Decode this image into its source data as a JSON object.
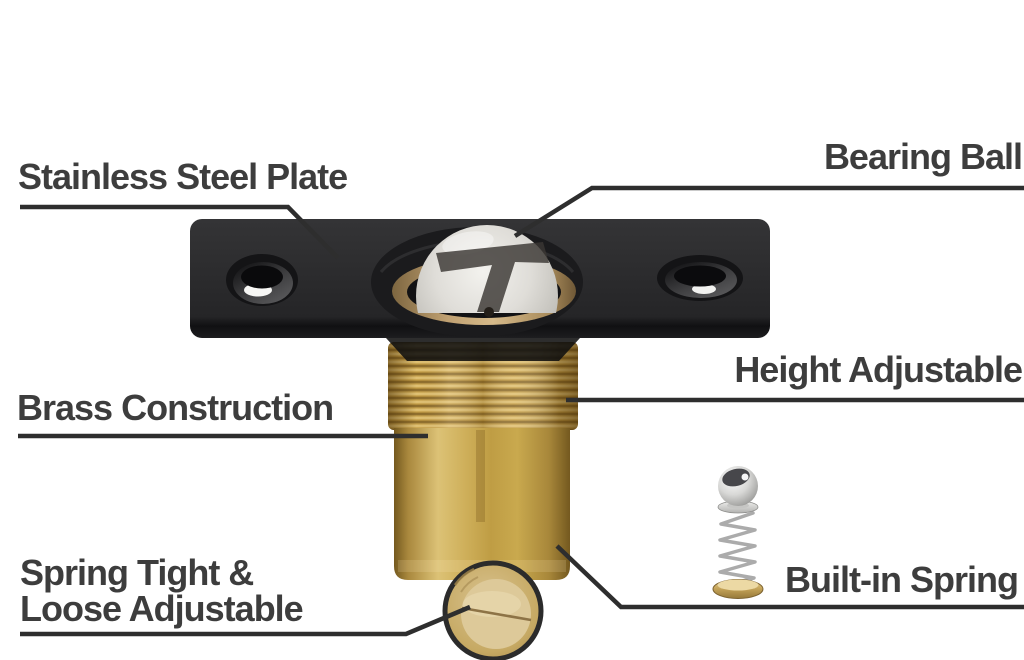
{
  "callouts": {
    "stainless_steel_plate": {
      "label": "Stainless Steel Plate"
    },
    "bearing_ball": {
      "label": "Bearing Ball"
    },
    "height_adjustable": {
      "label": "Height Adjustable"
    },
    "brass_construction": {
      "label": "Brass Construction"
    },
    "spring_adjustable": {
      "label_line1": "Spring Tight &",
      "label_line2": "Loose Adjustable"
    },
    "built_in_spring": {
      "label": "Built-in Spring"
    }
  },
  "palette": {
    "background": "#ffffff",
    "text": "#3d3d3d",
    "leader_line": "#2e2e2e",
    "plate_black": "#2a2a2c",
    "brass": "#c9a44f",
    "chrome": "#d9d8d4"
  }
}
